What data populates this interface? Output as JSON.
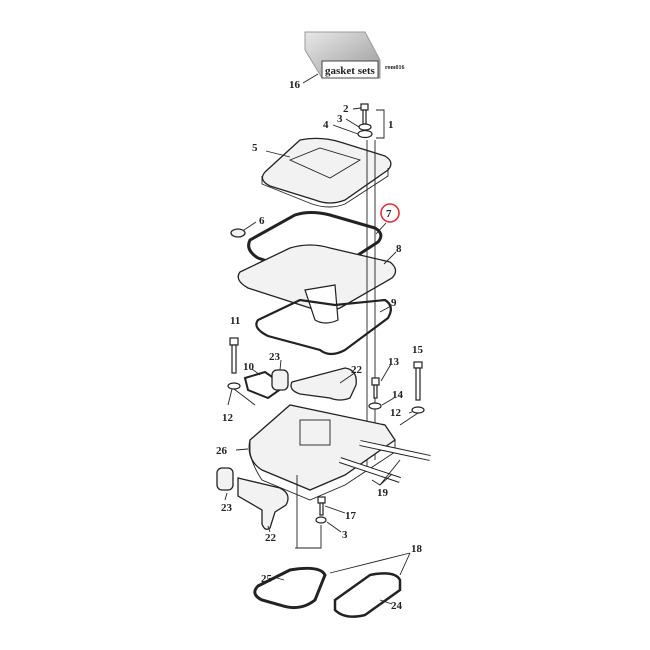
{
  "diagram": {
    "kit_box": {
      "label": "gasket sets",
      "code": "rom016",
      "callout": "16"
    },
    "highlight_color": "#e0303a",
    "highlighted_callout": "7",
    "callouts": [
      {
        "id": "c1",
        "text": "1"
      },
      {
        "id": "c2",
        "text": "2"
      },
      {
        "id": "c3a",
        "text": "3"
      },
      {
        "id": "c4",
        "text": "4"
      },
      {
        "id": "c5",
        "text": "5"
      },
      {
        "id": "c6",
        "text": "6"
      },
      {
        "id": "c7",
        "text": "7"
      },
      {
        "id": "c8",
        "text": "8"
      },
      {
        "id": "c9",
        "text": "9"
      },
      {
        "id": "c10",
        "text": "10"
      },
      {
        "id": "c11",
        "text": "11"
      },
      {
        "id": "c12a",
        "text": "12"
      },
      {
        "id": "c12b",
        "text": "12"
      },
      {
        "id": "c13",
        "text": "13"
      },
      {
        "id": "c14",
        "text": "14"
      },
      {
        "id": "c15",
        "text": "15"
      },
      {
        "id": "c17",
        "text": "17"
      },
      {
        "id": "c3b",
        "text": "3"
      },
      {
        "id": "c18",
        "text": "18"
      },
      {
        "id": "c19",
        "text": "19"
      },
      {
        "id": "c22a",
        "text": "22"
      },
      {
        "id": "c22b",
        "text": "22"
      },
      {
        "id": "c23a",
        "text": "23"
      },
      {
        "id": "c23b",
        "text": "23"
      },
      {
        "id": "c24",
        "text": "24"
      },
      {
        "id": "c25",
        "text": "25"
      },
      {
        "id": "c26",
        "text": "26"
      }
    ]
  }
}
